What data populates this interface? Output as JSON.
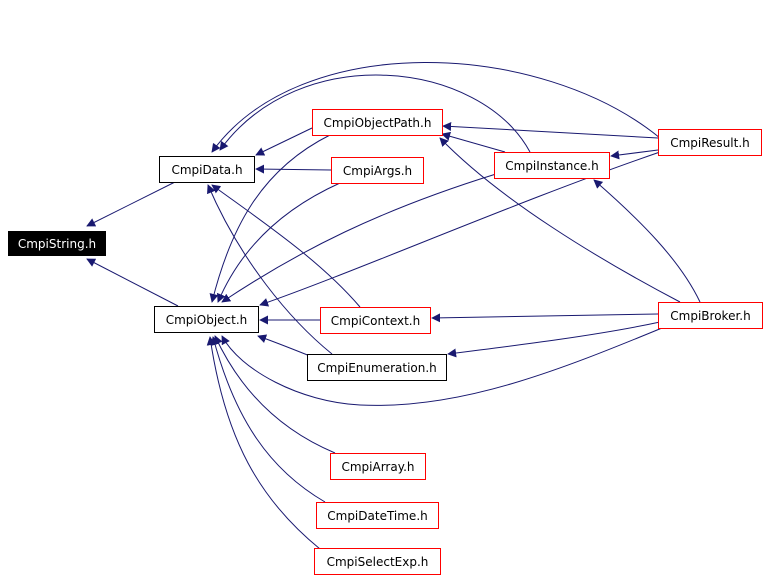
{
  "diagram": {
    "nodes": [
      {
        "id": "string",
        "label": "CmpiString.h",
        "style": "focus"
      },
      {
        "id": "data",
        "label": "CmpiData.h",
        "style": "black"
      },
      {
        "id": "object",
        "label": "CmpiObject.h",
        "style": "black"
      },
      {
        "id": "objectpath",
        "label": "CmpiObjectPath.h",
        "style": "red"
      },
      {
        "id": "args",
        "label": "CmpiArgs.h",
        "style": "red"
      },
      {
        "id": "instance",
        "label": "CmpiInstance.h",
        "style": "red"
      },
      {
        "id": "result",
        "label": "CmpiResult.h",
        "style": "red"
      },
      {
        "id": "context",
        "label": "CmpiContext.h",
        "style": "red"
      },
      {
        "id": "broker",
        "label": "CmpiBroker.h",
        "style": "red"
      },
      {
        "id": "enumeration",
        "label": "CmpiEnumeration.h",
        "style": "black"
      },
      {
        "id": "array",
        "label": "CmpiArray.h",
        "style": "red"
      },
      {
        "id": "datetime",
        "label": "CmpiDateTime.h",
        "style": "red"
      },
      {
        "id": "selectexp",
        "label": "CmpiSelectExp.h",
        "style": "red"
      }
    ],
    "edges": [
      {
        "from": "data",
        "to": "string"
      },
      {
        "from": "object",
        "to": "string"
      },
      {
        "from": "objectpath",
        "to": "data"
      },
      {
        "from": "args",
        "to": "data"
      },
      {
        "from": "instance",
        "to": "data"
      },
      {
        "from": "result",
        "to": "data"
      },
      {
        "from": "context",
        "to": "data"
      },
      {
        "from": "enumeration",
        "to": "data"
      },
      {
        "from": "objectpath",
        "to": "object"
      },
      {
        "from": "args",
        "to": "object"
      },
      {
        "from": "instance",
        "to": "object"
      },
      {
        "from": "result",
        "to": "object"
      },
      {
        "from": "context",
        "to": "object"
      },
      {
        "from": "enumeration",
        "to": "object"
      },
      {
        "from": "broker",
        "to": "object"
      },
      {
        "from": "array",
        "to": "object"
      },
      {
        "from": "datetime",
        "to": "object"
      },
      {
        "from": "selectexp",
        "to": "object"
      },
      {
        "from": "instance",
        "to": "objectpath"
      },
      {
        "from": "result",
        "to": "objectpath"
      },
      {
        "from": "broker",
        "to": "objectpath"
      },
      {
        "from": "result",
        "to": "instance"
      },
      {
        "from": "broker",
        "to": "instance"
      },
      {
        "from": "broker",
        "to": "context"
      },
      {
        "from": "broker",
        "to": "enumeration"
      }
    ]
  },
  "colors": {
    "edge": "#191970",
    "red_border": "#ff0000",
    "black_border": "#000000",
    "focus_fill": "#000000",
    "focus_text": "#ffffff"
  }
}
